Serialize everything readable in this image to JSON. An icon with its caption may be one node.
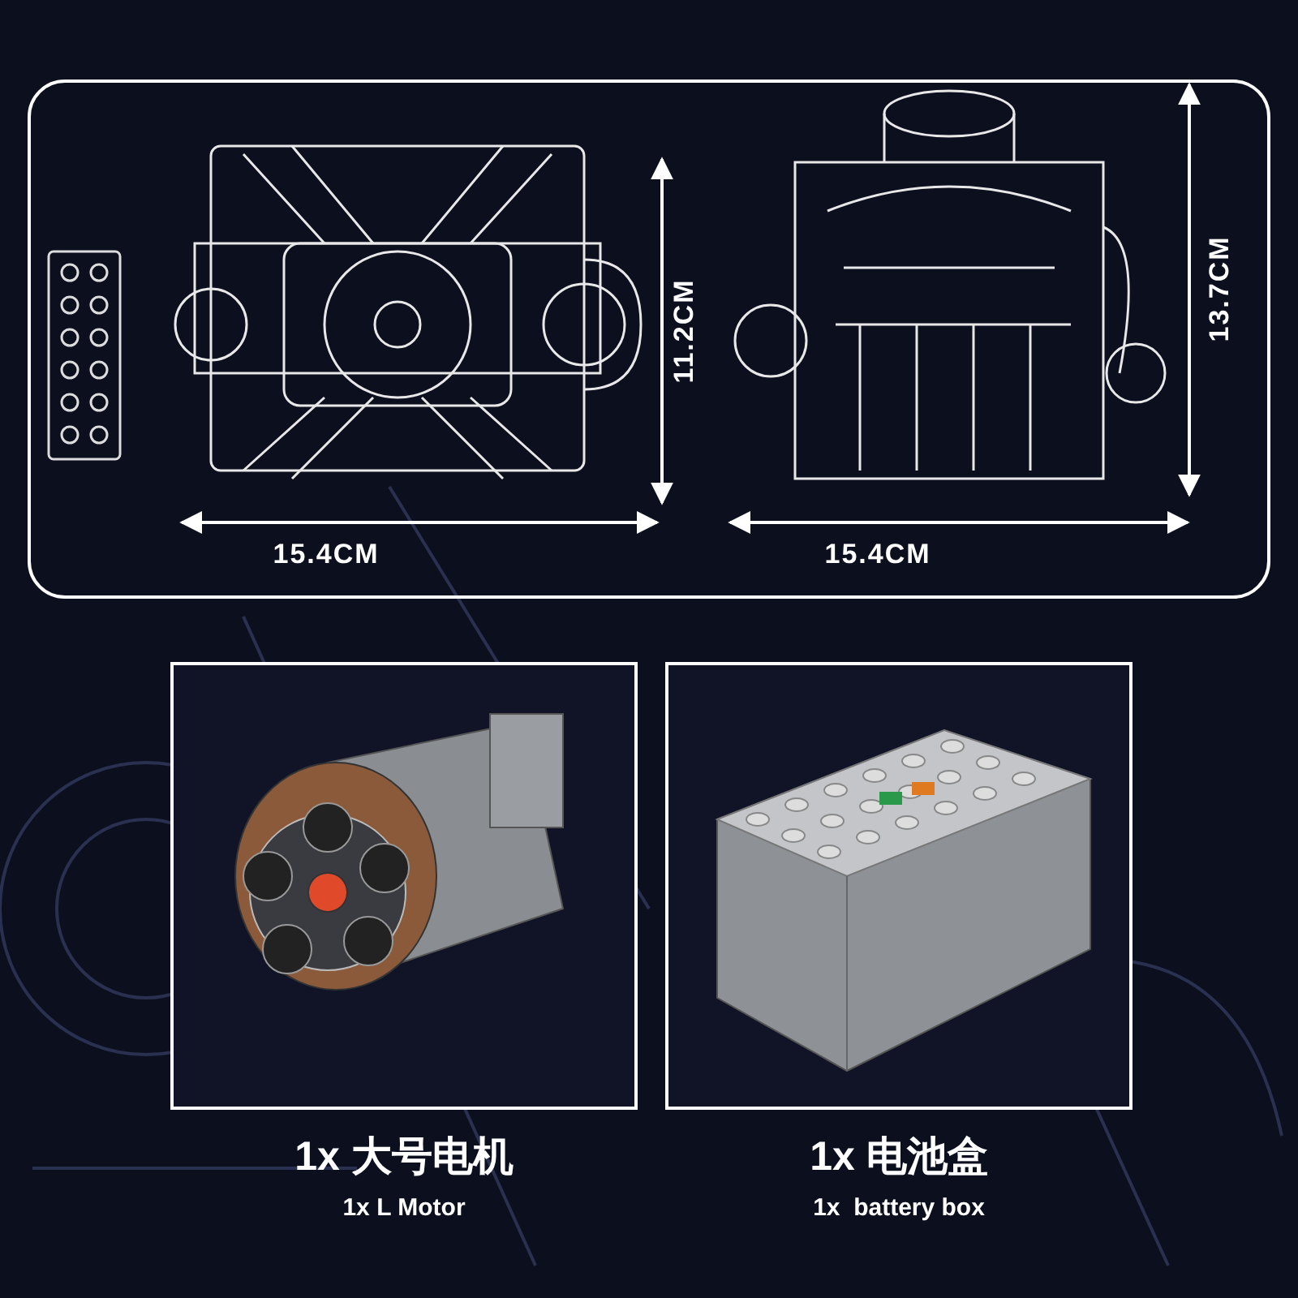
{
  "diagram": {
    "nodes": [
      {
        "text": [],
        "shape": "picture",
        "beside": [
          "1x 大号电机",
          "1x L Motor"
        ]
      },
      {
        "text": [],
        "shape": "picture",
        "beside": [
          "1x 电池盒",
          "1x  battery box"
        ]
      }
    ],
    "edges": [],
    "labels": [
      "11.2CM",
      "13.7CM",
      "15.4CM",
      "15.4CM"
    ]
  }
}
